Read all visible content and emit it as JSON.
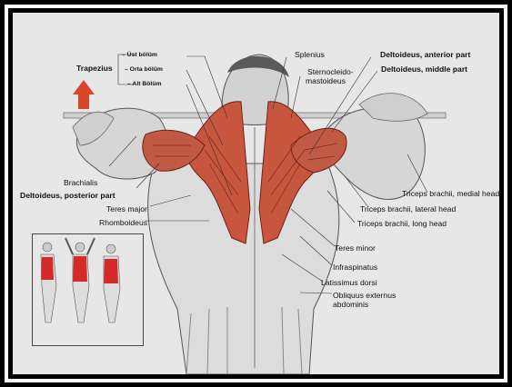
{
  "trapezius": {
    "title": "Trapezius",
    "parts": [
      "– Üst bölüm",
      "– Orta bölüm",
      "– Alt Bölüm"
    ]
  },
  "labels_left": {
    "brachialis": "Brachialis",
    "deltoideus_posterior": "Deltoideus, posterior part",
    "teres_major": "Teres major",
    "rhomboideus": "Rhomboideus"
  },
  "labels_top": {
    "splenius": "Splenius",
    "sternocleido": "Sternocleido-",
    "mastoideus": "mastoideus",
    "deltoideus_anterior": "Deltoideus, anterior part",
    "deltoideus_middle": "Deltoideus, middle part"
  },
  "labels_right": {
    "triceps_medial": "Triceps brachii, medial head",
    "triceps_lateral": "Triceps brachii, lateral head",
    "triceps_long": "Triceps brachii, long head",
    "teres_minor": "Teres minor",
    "infraspinatus": "Infraspinatus",
    "latissimus": "Latissimus dorsi",
    "obliquus_1": "Obliquus externus",
    "obliquus_2": "abdominis"
  },
  "colors": {
    "muscle_highlight": "#c8563e",
    "arrow": "#d9452a",
    "inset_red": "#d42a2a"
  }
}
